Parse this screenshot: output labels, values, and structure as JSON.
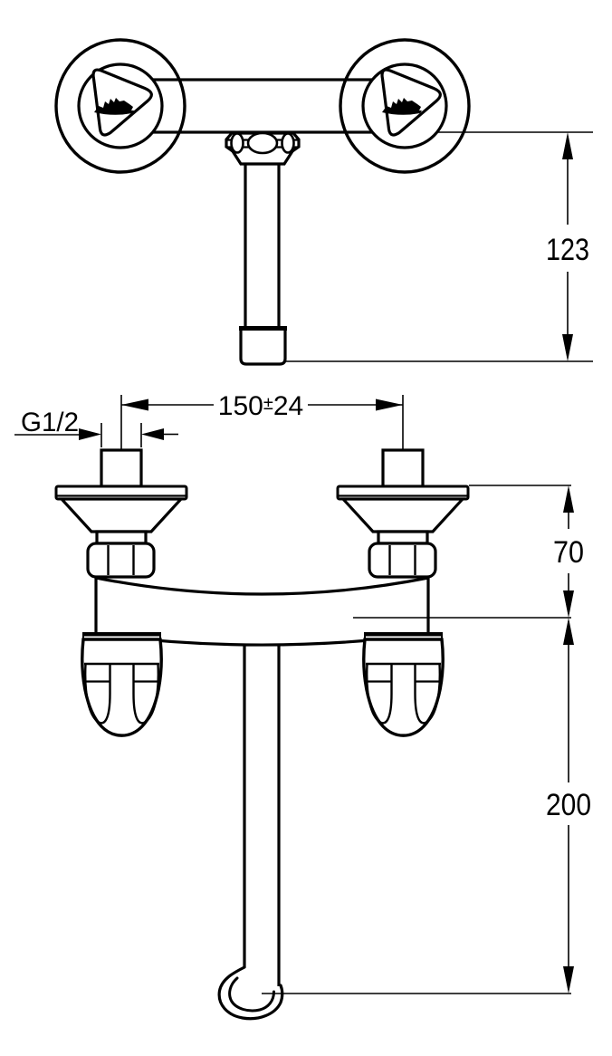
{
  "drawing": {
    "kind": "technical dimension drawing",
    "subject": "wall-mounted two-handle mixer tap, top view and front view",
    "background_color": "#ffffff",
    "line_color": "#000000"
  },
  "labels": {
    "spout_projection": "123",
    "hole_spacing_value": "150",
    "hole_spacing_tolerance_sign": "±",
    "hole_spacing_tolerance": "24",
    "hole_spacing_full": "150±24",
    "thread_size": "G1/2",
    "body_depth": "70",
    "spout_drop": "200"
  }
}
